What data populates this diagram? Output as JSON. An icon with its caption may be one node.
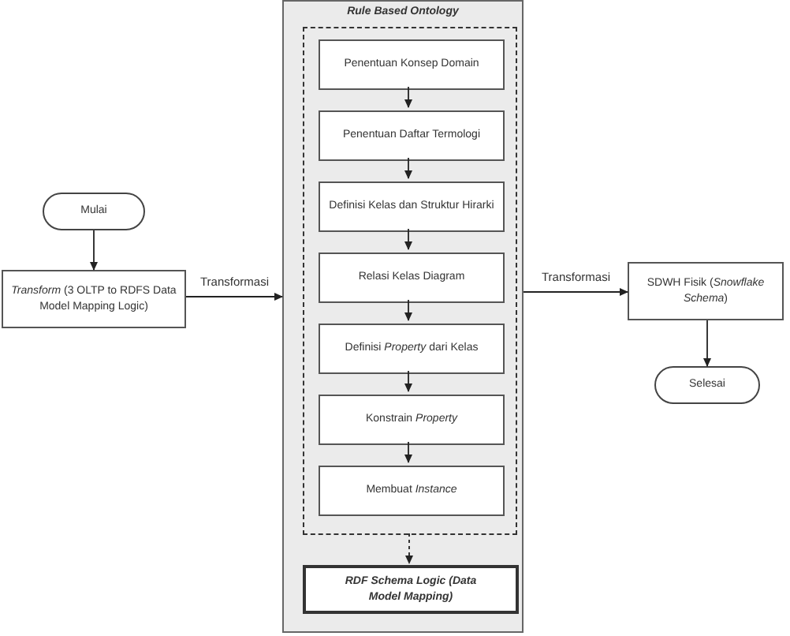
{
  "diagram": {
    "nodes": [
      {
        "text": [
          "Mulai"
        ]
      },
      {
        "text": [
          "*Transform* (3 OLTP to RDFS Data Model Mapping Logic)"
        ]
      },
      {
        "text": [
          "Rule Based Ontology"
        ]
      },
      {
        "text": [],
        "shape": "box",
        "in": 2
      },
      {
        "text": [
          "Penentuan Konsep Domain"
        ],
        "in": 3
      },
      {
        "text": [
          "Penentuan Daftar Termologi"
        ],
        "in": 3
      },
      {
        "text": [
          "Definisi Kelas dan Struktur Hirarki"
        ],
        "in": 3
      },
      {
        "text": [
          "Relasi Kelas Diagram"
        ],
        "in": 3
      },
      {
        "text": [
          "Definisi *Property* dari Kelas"
        ],
        "in": 3
      },
      {
        "text": [
          "Konstrain *Property*"
        ],
        "in": 3
      },
      {
        "text": [
          "Membuat *Instance*"
        ],
        "in": 3
      },
      {
        "text": [
          "RDF Schema Logic (Data Model Mapping)"
        ],
        "in": 2
      },
      {
        "text": [
          "SDWH Fisik (*Snowflake Schema*)"
        ]
      },
      {
        "text": [
          "Selesai"
        ]
      }
    ],
    "edges": [
      {
        "from": 0,
        "to": 1,
        "arrow": "to"
      },
      {
        "from": 1,
        "to": 2,
        "arrow": "to",
        "label": "Transformasi"
      },
      {
        "from": 4,
        "to": 5,
        "arrow": "to"
      },
      {
        "from": 5,
        "to": 6,
        "arrow": "to"
      },
      {
        "from": 6,
        "to": 7,
        "arrow": "to"
      },
      {
        "from": 7,
        "to": 8,
        "arrow": "to"
      },
      {
        "from": 8,
        "to": 9,
        "arrow": "to"
      },
      {
        "from": 9,
        "to": 10,
        "arrow": "to"
      },
      {
        "from": 3,
        "to": 11,
        "arrow": "to",
        "style": "dashed"
      },
      {
        "from": 2,
        "to": 12,
        "arrow": "to",
        "label": "Transformasi"
      },
      {
        "from": 12,
        "to": 13,
        "arrow": "to"
      }
    ]
  }
}
